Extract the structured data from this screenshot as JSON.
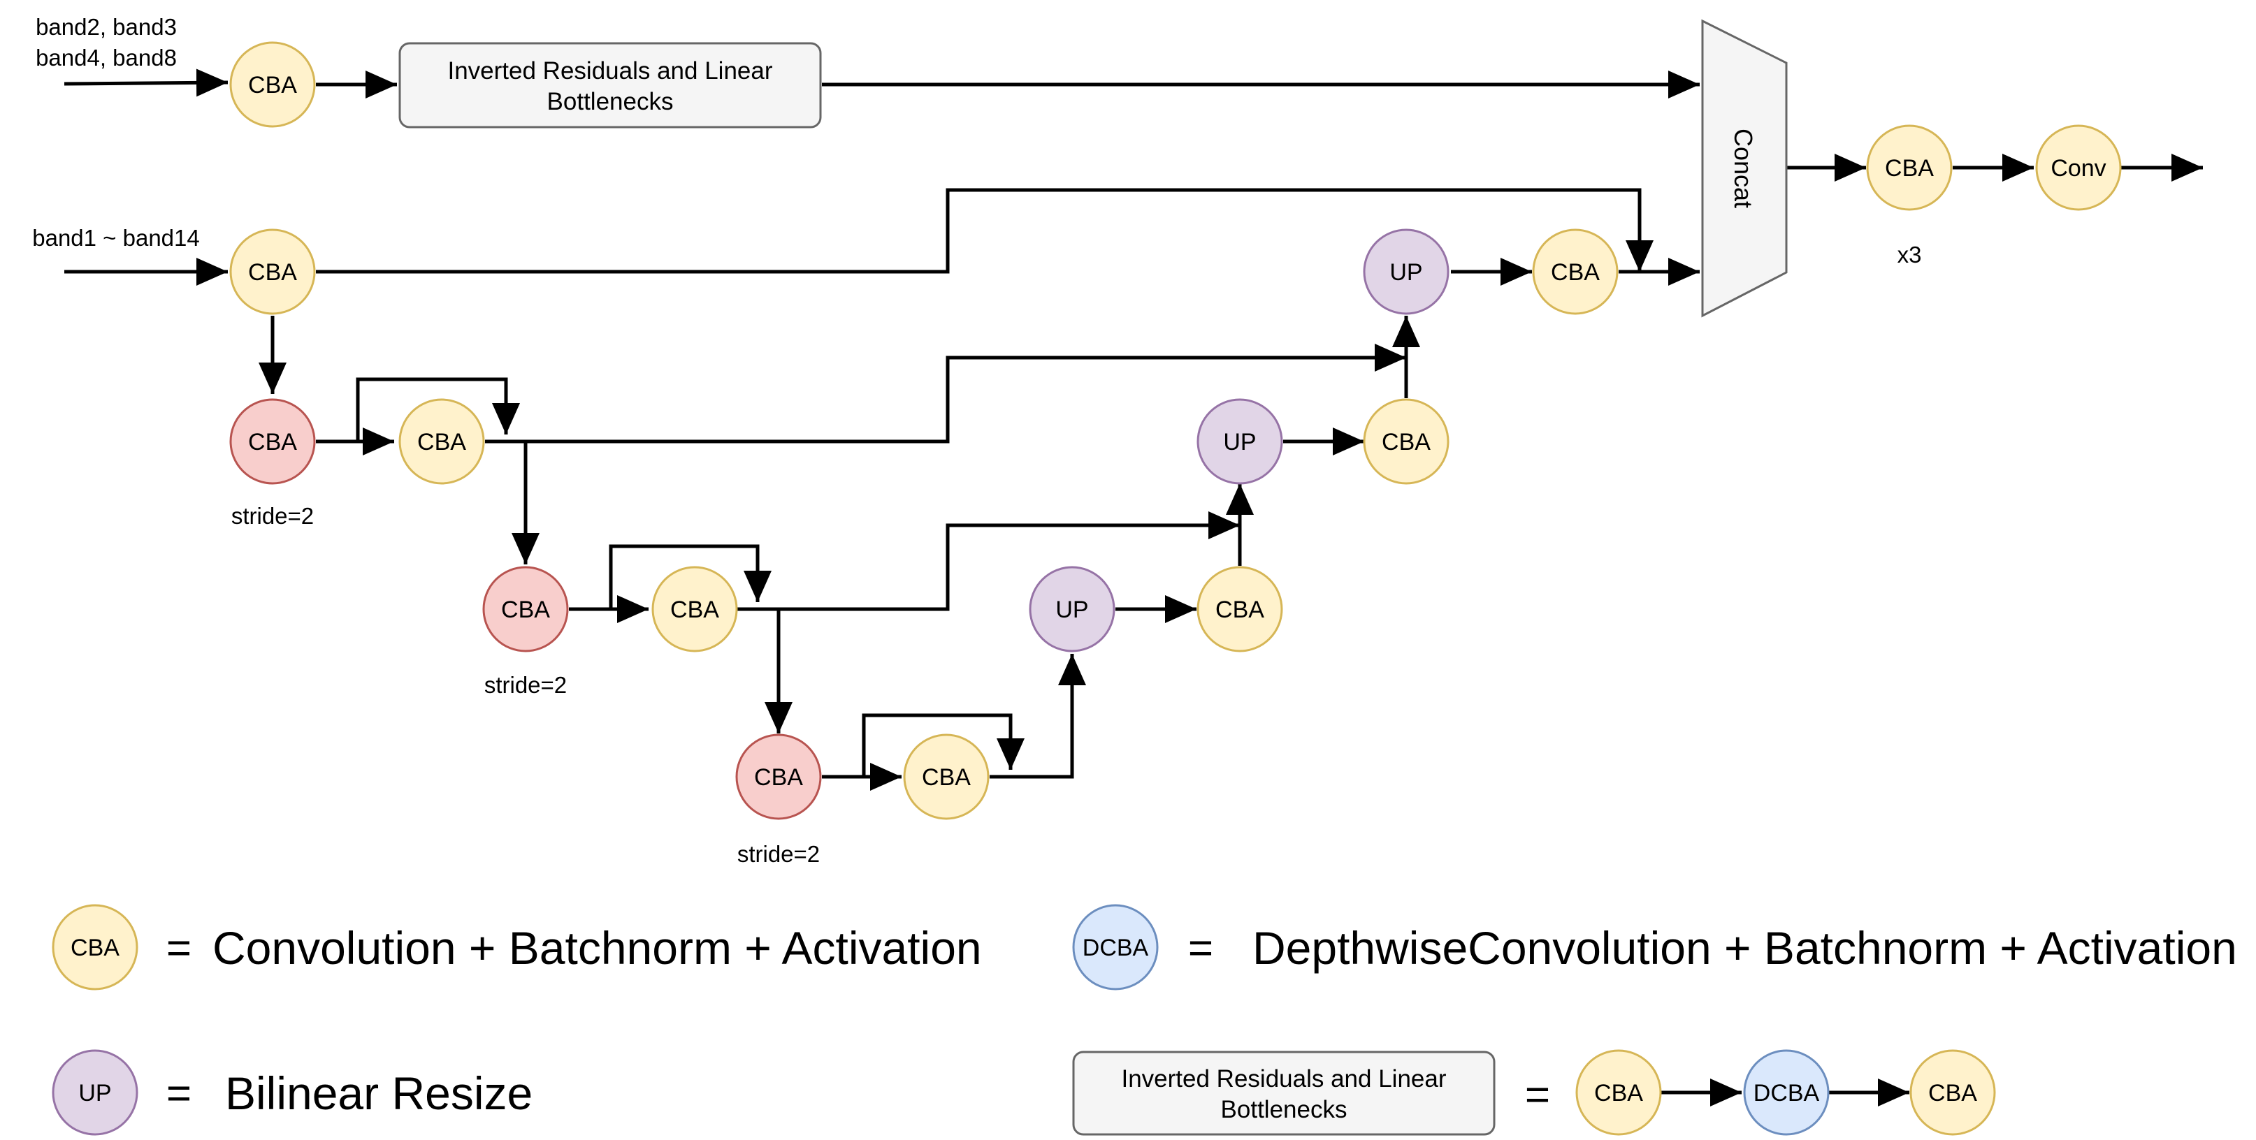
{
  "colors": {
    "cba": {
      "fill": "#fff2cc",
      "stroke": "#d6b656"
    },
    "cba_stride": {
      "fill": "#f8cecc",
      "stroke": "#b85450"
    },
    "up": {
      "fill": "#e1d5e7",
      "stroke": "#9673a6"
    },
    "dcba": {
      "fill": "#dae8fc",
      "stroke": "#6c8ebf"
    },
    "box": {
      "fill": "#f5f5f5",
      "stroke": "#666666"
    },
    "concat": {
      "fill": "#f5f5f5",
      "stroke": "#666666"
    },
    "edge": "#000000"
  },
  "inputs": {
    "top_line1": "band2, band3",
    "top_line2": "band4, band8",
    "bottom": "band1 ~ band14"
  },
  "nodes": {
    "cba": "CBA",
    "up": "UP",
    "conv": "Conv",
    "dcba": "DCBA"
  },
  "top_branch": {
    "box_line1": "Inverted Residuals and Linear",
    "box_line2": "Bottlenecks"
  },
  "concat_label": "Concat",
  "repeat_label": "x3",
  "stride_label": "stride=2",
  "legend": {
    "equals": "=",
    "cba_desc": "Convolution + Batchnorm + Activation",
    "dcba_desc": "DepthwiseConvolution + Batchnorm + Activation",
    "up_desc": "Bilinear Resize",
    "box_line1": "Inverted Residuals and Linear",
    "box_line2": "Bottlenecks"
  }
}
